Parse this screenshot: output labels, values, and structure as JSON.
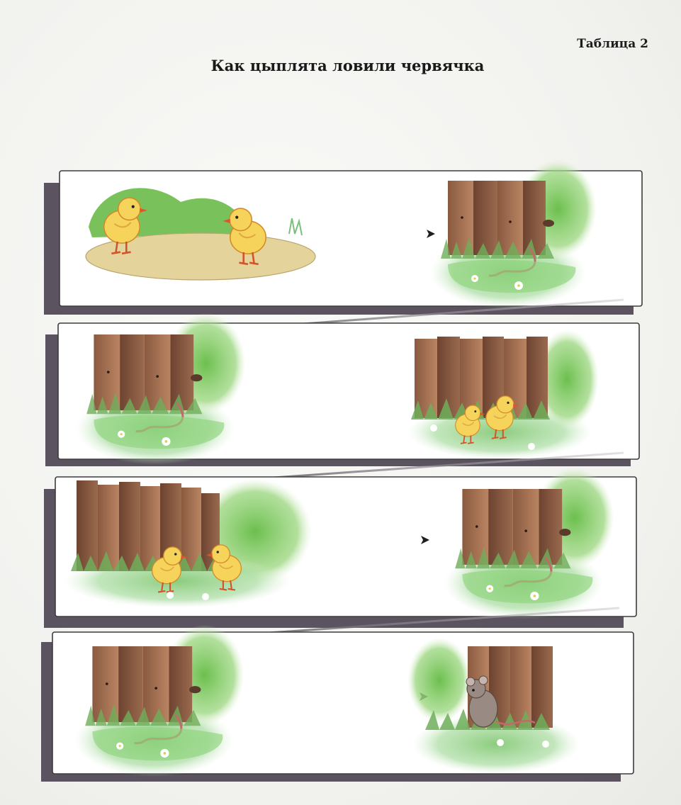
{
  "header": {
    "table_label": "Таблица 2",
    "title": "Как цыплята ловили червячка"
  },
  "colors": {
    "fence_dark": "#7a4b36",
    "fence_light": "#b07a5a",
    "grass": "#7fc66f",
    "bush": "#8cd070",
    "ground": "#e4d49b",
    "chick": "#f6d35a",
    "worm": "#c26a6a",
    "mouse": "#9a8a84",
    "arrow": "#222222"
  },
  "panels": [
    {
      "name": "panel-1",
      "left_scene": "chicks-on-ground",
      "right_scene": "fence-with-worm"
    },
    {
      "name": "panel-2",
      "left_scene": "fence-with-worm",
      "right_scene": "fence-with-chicks"
    },
    {
      "name": "panel-3",
      "left_scene": "wide-fence-with-chicks",
      "right_scene": "fence-with-worm"
    },
    {
      "name": "panel-4",
      "left_scene": "fence-with-worm",
      "right_scene": "fence-with-mouse"
    }
  ]
}
